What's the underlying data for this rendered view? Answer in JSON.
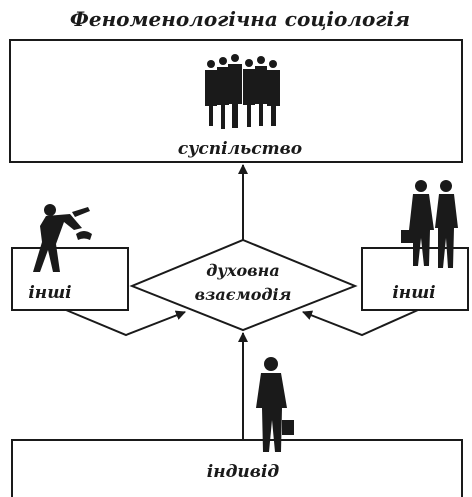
{
  "title": "Феноменологічна соціологія",
  "nodes": {
    "society": "суспільство",
    "others_left": "інші",
    "others_right": "інші",
    "interaction_line1": "духовна",
    "interaction_line2": "взаємодія",
    "individual": "індивід"
  },
  "colors": {
    "stroke": "#1a1a1a",
    "background": "#ffffff"
  }
}
